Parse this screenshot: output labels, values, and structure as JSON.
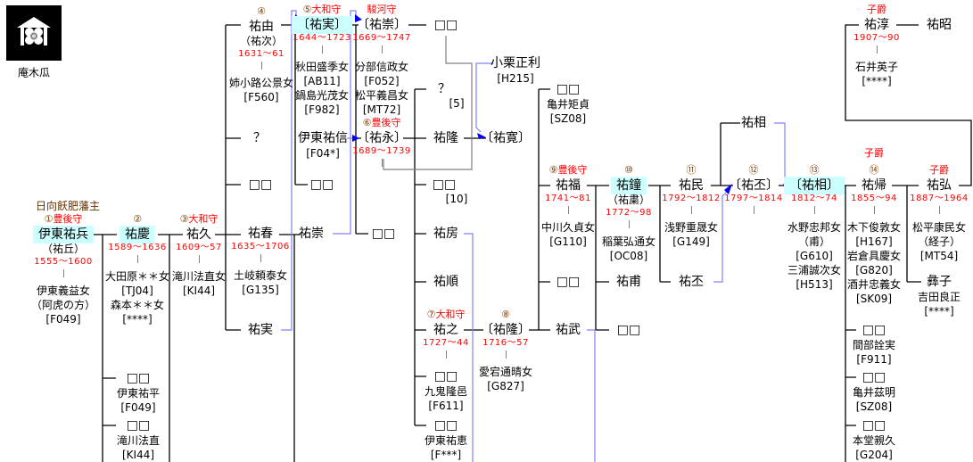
{
  "crest": {
    "label": "庵木瓜"
  },
  "domain_label": "日向飫肥藩主",
  "colors": {
    "years": "#ff0000",
    "rank": "#804000",
    "highlight": "#ccffff",
    "adoption_line": "#8080ff",
    "arrow": "#0000ff"
  },
  "p": {
    "suketake": {
      "rank": "①",
      "title": "豊後守",
      "name": "伊東祐兵",
      "alias": "（祐丘）",
      "years": "1555〜1600",
      "spouse": [
        "伊東義益女",
        "（阿虎の方）",
        "[F049]"
      ]
    },
    "sukenori": {
      "rank": "②",
      "name": "祐慶",
      "years": "1589〜1636",
      "spouse": [
        "大田原＊＊女",
        "[TJ04]",
        "森本＊＊女",
        "[****]"
      ]
    },
    "c_hei": {
      "name": "□□",
      "spouse": [
        "伊東祐平",
        "[F049]"
      ]
    },
    "c_taki": {
      "name": "□□",
      "spouse": [
        "滝川法直",
        "[KI44]"
      ]
    },
    "suketaka": {
      "rank": "③",
      "title": "大和守",
      "name": "祐久",
      "years": "1609〜57",
      "spouse": [
        "滝川法直女",
        "[KI44]"
      ]
    },
    "sukeyoshi": {
      "rank": "④",
      "name": "祐由",
      "alias": "（祐次）",
      "years": "1631〜61",
      "spouse": [
        "姉小路公景女",
        "[F560]"
      ]
    },
    "q1": {
      "name": "？"
    },
    "b1": {
      "name": "□□"
    },
    "sukeharu": {
      "name": "祐春",
      "years": "1635〜1706",
      "spouse": [
        "土岐頼泰女",
        "[G135]"
      ]
    },
    "sukezane_a": {
      "name": "祐実"
    },
    "sukezane": {
      "rank": "⑤",
      "title": "大和守",
      "name": "〔祐実〕",
      "years": "1644〜1723",
      "spouse": [
        "秋田盛季女",
        "[AB11]",
        "鍋島光茂女",
        "[F982]"
      ]
    },
    "sukenobu": {
      "name": "伊東祐信",
      "spouse": [
        "[F04*]"
      ]
    },
    "b2": {
      "name": "□□"
    },
    "sukemune_a": {
      "name": "祐崇"
    },
    "sukemune": {
      "title": "駿河守",
      "name": "〔祐崇〕",
      "years": "1669〜1747",
      "spouse": [
        "分部信政女",
        "[F052]",
        "松平義昌女",
        "[MT72]"
      ]
    },
    "b3": {
      "name": "□□"
    },
    "b4": {
      "name": "□□"
    },
    "sukenaga": {
      "rank": "⑥",
      "title": "豊後守",
      "name": "〔祐永〕",
      "years": "1689〜1739"
    },
    "oguri": {
      "name": "小栗正利",
      "spouse": [
        "[H215]"
      ]
    },
    "q2": {
      "name": "？",
      "note": "[5]"
    },
    "suketaka2": {
      "name": "祐隆"
    },
    "sukehiro0": {
      "name": "〔祐寛〕"
    },
    "b5": {
      "name": "□□",
      "note": "[10]"
    },
    "sukefusa": {
      "name": "祐房"
    },
    "sukeyori": {
      "name": "祐順"
    },
    "sukeyuki": {
      "rank": "⑦",
      "title": "大和守",
      "name": "祐之",
      "years": "1727〜44"
    },
    "b6": {
      "name": "□□",
      "spouse": [
        "九鬼隆邑",
        "[F611]"
      ]
    },
    "b7": {
      "name": "□□",
      "spouse": [
        "伊東祐恵",
        "[F***]"
      ]
    },
    "suketaka3": {
      "rank": "⑧",
      "name": "〔祐隆〕",
      "years": "1716〜57",
      "spouse": [
        "愛宕通晴女",
        "[G827]"
      ]
    },
    "b8": {
      "name": "□□",
      "spouse": [
        "亀井矩貞",
        "[SZ08]"
      ]
    },
    "sukeyoshi2": {
      "rank": "⑨",
      "title": "豊後守",
      "name": "祐福",
      "years": "1741〜81",
      "spouse": [
        "中川久貞女",
        "[G110]"
      ]
    },
    "b9": {
      "name": "□□"
    },
    "suketake2": {
      "name": "祐武"
    },
    "sukeatsu": {
      "rank": "⑩",
      "name": "祐鐘",
      "alias": "（祐粛）",
      "years": "1772〜98",
      "spouse": [
        "稲葉弘通女",
        "[OC08]"
      ]
    },
    "sukeho": {
      "name": "祐甫"
    },
    "b10": {
      "name": "□□"
    },
    "suketami": {
      "rank": "⑪",
      "name": "祐民",
      "years": "1792〜1812",
      "spouse": [
        "浅野重晟女",
        "[G149]"
      ]
    },
    "sukehi_a": {
      "name": "祐丕"
    },
    "sukesuke_a": {
      "name": "祐相"
    },
    "sukehi": {
      "rank": "⑫",
      "name": "〔祐丕〕",
      "years": "1797〜1814"
    },
    "sukesuke": {
      "rank": "⑬",
      "name": "〔祐相〕",
      "years": "1812〜74",
      "spouse": [
        "水野忠邦女",
        "（甫）",
        "[G610]",
        "三浦誠次女",
        "[H513]"
      ]
    },
    "sukekoto": {
      "rank": "⑭",
      "title": "子爵",
      "name": "祐帰",
      "years": "1855〜94",
      "spouse": [
        "木下俊敦女",
        "[H167]",
        "岩倉具慶女",
        "[G820]",
        "酒井忠義女",
        "[SK09]"
      ]
    },
    "b11": {
      "name": "□□",
      "spouse": [
        "間部詮実",
        "[F911]"
      ]
    },
    "b12": {
      "name": "□□",
      "spouse": [
        "亀井茲明",
        "[SZ08]"
      ]
    },
    "b13": {
      "name": "□□",
      "spouse": [
        "本堂親久",
        "[G204]"
      ]
    },
    "sukehiro": {
      "title": "子爵",
      "name": "祐弘",
      "years": "1887〜1964",
      "spouse": [
        "松平康民女",
        "（経子）",
        "[MT54]"
      ]
    },
    "iko": {
      "name": "彝子",
      "spouse": [
        "吉田良正",
        "[****]"
      ]
    },
    "sukeatsu2": {
      "title": "子爵",
      "name": "祐淳",
      "years": "1907〜90",
      "spouse": [
        "石井英子",
        "[****]"
      ]
    },
    "sukeaki": {
      "name": "祐昭"
    }
  }
}
